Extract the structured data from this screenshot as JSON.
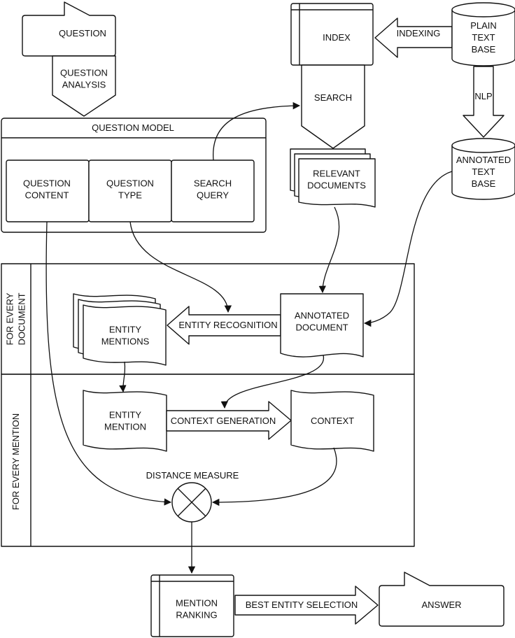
{
  "nodes": {
    "question": [
      "QUESTION"
    ],
    "question_analysis": [
      "QUESTION",
      "ANALYSIS"
    ],
    "question_model": [
      "QUESTION MODEL"
    ],
    "question_content": [
      "QUESTION",
      "CONTENT"
    ],
    "question_type": [
      "QUESTION",
      "TYPE"
    ],
    "search_query": [
      "SEARCH",
      "QUERY"
    ],
    "index": [
      "INDEX"
    ],
    "indexing": [
      "INDEXING"
    ],
    "plain_text_base": [
      "PLAIN",
      "TEXT",
      "BASE"
    ],
    "search": [
      "SEARCH"
    ],
    "nlp": [
      "NLP"
    ],
    "relevant_documents": [
      "RELEVANT",
      "DOCUMENTS"
    ],
    "annotated_text_base": [
      "ANNOTATED",
      "TEXT",
      "BASE"
    ],
    "for_every_document": [
      "FOR EVERY",
      "DOCUMENT"
    ],
    "entity_mentions": [
      "ENTITY",
      "MENTIONS"
    ],
    "entity_recognition": [
      "ENTITY RECOGNITION"
    ],
    "annotated_document": [
      "ANNOTATED",
      "DOCUMENT"
    ],
    "for_every_mention": [
      "FOR EVERY MENTION"
    ],
    "entity_mention": [
      "ENTITY",
      "MENTION"
    ],
    "context_generation": [
      "CONTEXT GENERATION"
    ],
    "context": [
      "CONTEXT"
    ],
    "distance_measure": [
      "DISTANCE MEASURE"
    ],
    "mention_ranking": [
      "MENTION",
      "RANKING"
    ],
    "best_entity_selection": [
      "BEST ENTITY SELECTION"
    ],
    "answer": [
      "ANSWER"
    ]
  }
}
